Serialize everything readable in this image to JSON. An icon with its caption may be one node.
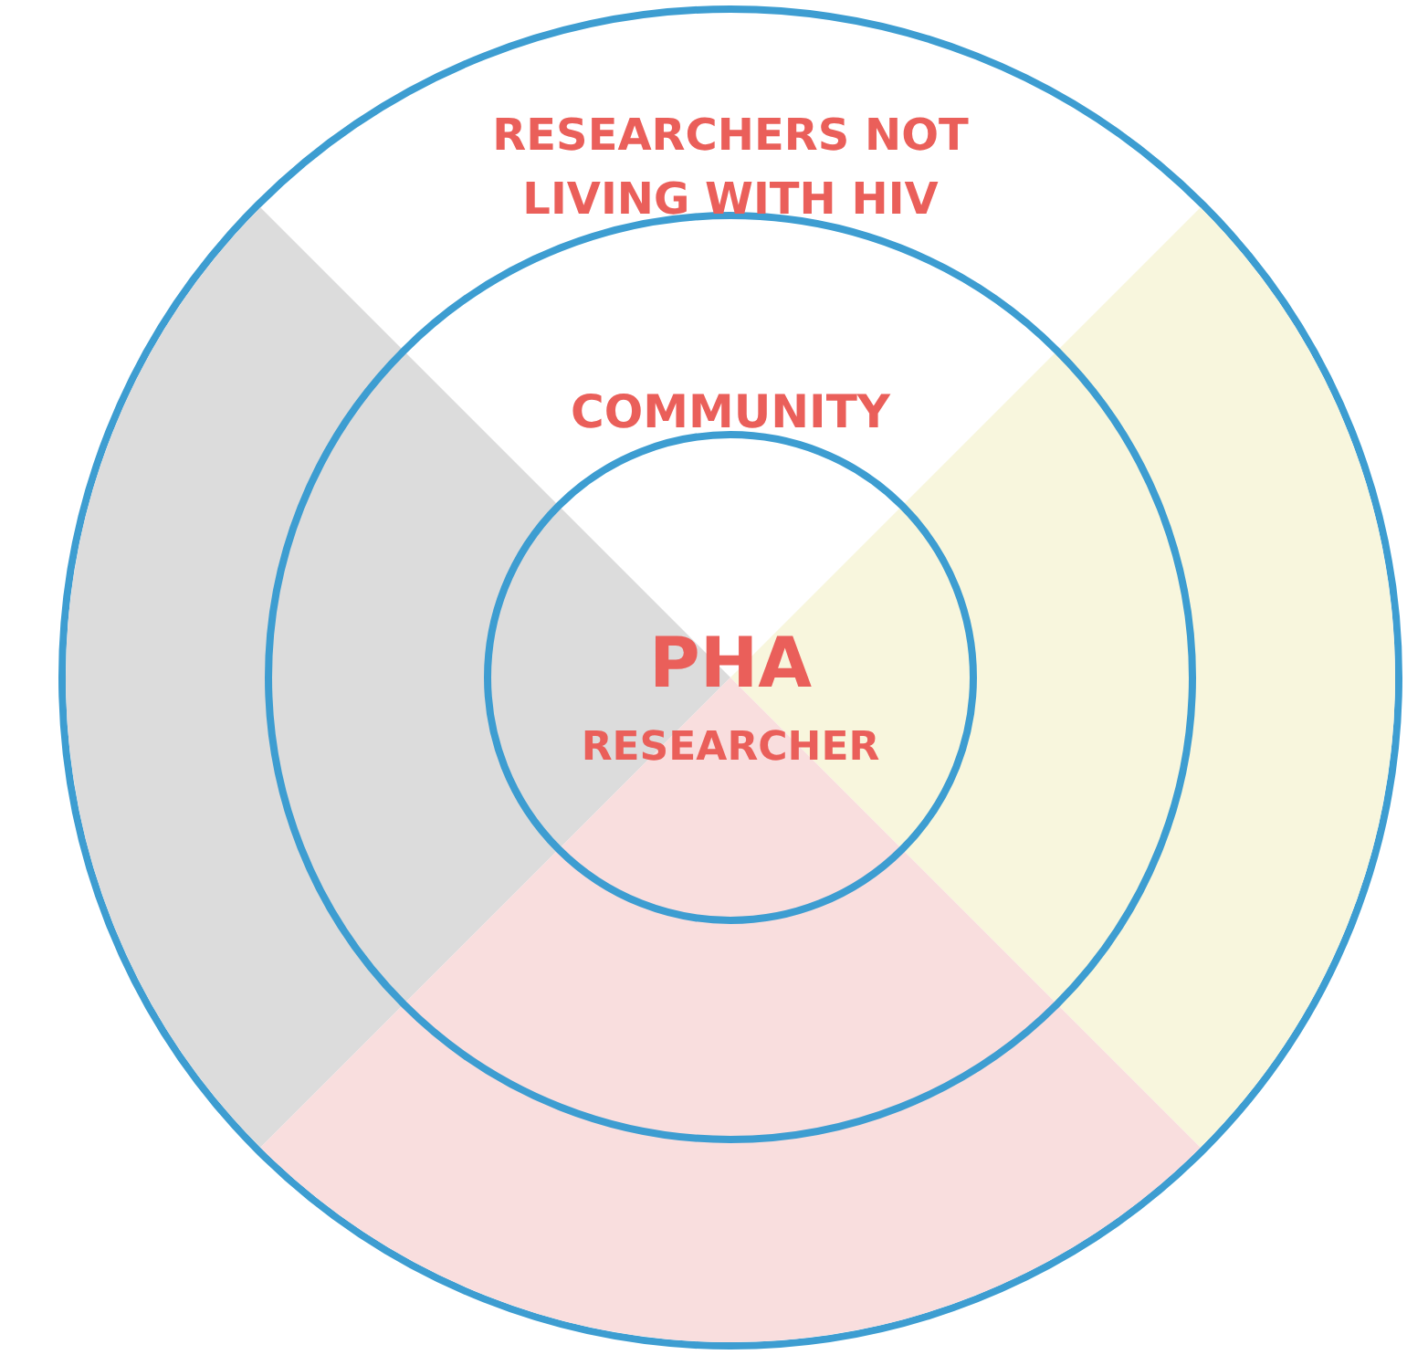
{
  "diagram": {
    "nodes": [
      {
        "text": [
          "RESEARCHERS NOT LIVING WITH HIV"
        ]
      },
      {
        "text": [
          "COMMUNITY"
        ],
        "in": 0
      },
      {
        "text": [
          "PHA",
          "RESEARCHER"
        ],
        "in": 1
      }
    ]
  }
}
